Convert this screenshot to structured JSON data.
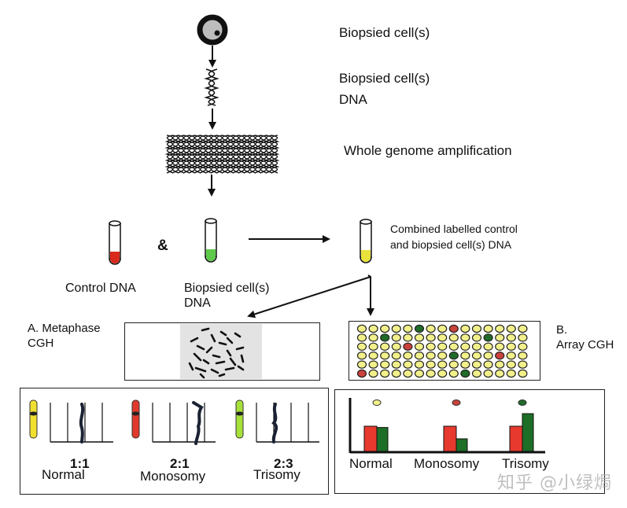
{
  "steps": {
    "cell_label": "Biopsied cell(s)",
    "dna_label_line1": "Biopsied cell(s)",
    "dna_label_line2": "DNA",
    "wga_label": "Whole genome amplification"
  },
  "tubes": {
    "control": {
      "label": "Control DNA",
      "color": "#d9281c"
    },
    "ampersand": "&",
    "biopsied": {
      "label_line1": "Biopsied cell(s)",
      "label_line2": "DNA",
      "color": "#5fc94a"
    },
    "combined": {
      "label_line1": "Combined labelled control",
      "label_line2": "and biopsied cell(s) DNA",
      "color": "#e8e23a"
    }
  },
  "methods": {
    "metaphase": {
      "label_line1": "A.  Metaphase",
      "label_line2": "CGH"
    },
    "array": {
      "label_line1": "B.",
      "label_line2": "Array CGH"
    }
  },
  "array_grid": {
    "rows": 6,
    "cols": 15,
    "default_color": "#f2f08a",
    "colors": {
      "yellow": "#f2f08a",
      "green": "#1f6b2a",
      "red": "#c9423b"
    },
    "highlighted": [
      {
        "row": 1,
        "col": 6,
        "color": "green"
      },
      {
        "row": 1,
        "col": 9,
        "color": "red"
      },
      {
        "row": 2,
        "col": 3,
        "color": "green"
      },
      {
        "row": 2,
        "col": 12,
        "color": "green"
      },
      {
        "row": 3,
        "col": 5,
        "color": "red"
      },
      {
        "row": 4,
        "col": 9,
        "color": "green"
      },
      {
        "row": 4,
        "col": 13,
        "color": "red"
      },
      {
        "row": 6,
        "col": 1,
        "color": "red"
      },
      {
        "row": 6,
        "col": 10,
        "color": "green"
      }
    ]
  },
  "metaphase_results": [
    {
      "ratio": "1:1",
      "label": "Normal",
      "chromosome_color": "#f0e030"
    },
    {
      "ratio": "2:1",
      "label": "Monosomy",
      "chromosome_color": "#e0392b"
    },
    {
      "ratio": "2:3",
      "label": "Trisomy",
      "chromosome_color": "#a8e03a"
    }
  ],
  "array_results": {
    "series_colors": {
      "control": "#e8392e",
      "test": "#1d6e27"
    },
    "groups": [
      {
        "label": "Normal",
        "dot_color": "#f2f08a",
        "control": 1.0,
        "test": 0.95
      },
      {
        "label": "Monosomy",
        "dot_color": "#c9423b",
        "control": 1.0,
        "test": 0.5
      },
      {
        "label": "Trisomy",
        "dot_color": "#1f6b2a",
        "control": 1.0,
        "test": 1.5
      }
    ]
  },
  "watermark": "知乎 @小绿焗"
}
